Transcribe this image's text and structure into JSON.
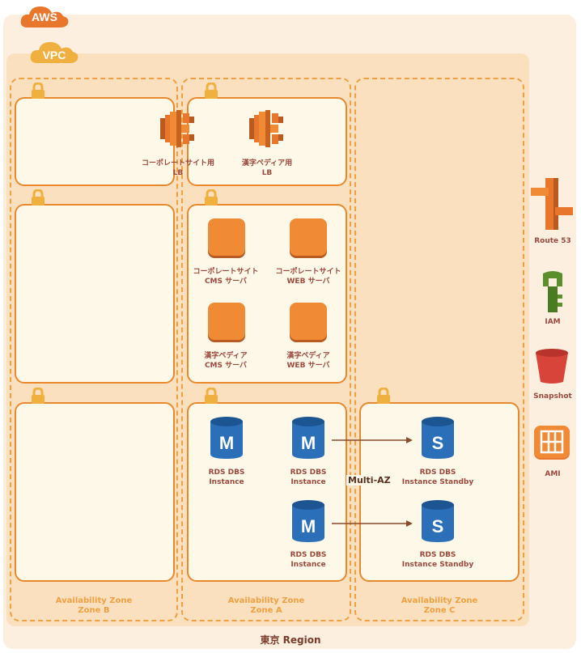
{
  "clouds": {
    "aws": "AWS",
    "vpc": "VPC"
  },
  "region": {
    "label": "東京 Region"
  },
  "availability_zones": [
    {
      "line1": "Availability Zone",
      "line2": "Zone B"
    },
    {
      "line1": "Availability Zone",
      "line2": "Zone A"
    },
    {
      "line1": "Availability Zone",
      "line2": "Zone C"
    }
  ],
  "load_balancers": [
    {
      "line1": "コーポレートサイト用",
      "line2": "LB"
    },
    {
      "line1": "漢字ペディア用",
      "line2": "LB"
    }
  ],
  "servers": [
    {
      "line1": "コーポレートサイト",
      "line2": "CMS サーバ"
    },
    {
      "line1": "コーポレートサイト",
      "line2": "WEB サーバ"
    },
    {
      "line1": "漢字ペディア",
      "line2": "CMS サーバ"
    },
    {
      "line1": "漢字ペディア",
      "line2": "WEB サーバ"
    }
  ],
  "databases": [
    {
      "glyph": "M",
      "line1": "RDS DBS",
      "line2": "Instance"
    },
    {
      "glyph": "M",
      "line1": "RDS DBS",
      "line2": "Instance"
    },
    {
      "glyph": "M",
      "line1": "RDS DBS",
      "line2": "Instance"
    },
    {
      "glyph": "S",
      "line1": "RDS DBS",
      "line2": "Instance Standby"
    },
    {
      "glyph": "S",
      "line1": "RDS DBS",
      "line2": "Instance Standby"
    }
  ],
  "multi_az_label": "Multi-AZ",
  "services": [
    {
      "icon": "route53-icon",
      "label": "Route 53"
    },
    {
      "icon": "iam-icon",
      "label": "IAM"
    },
    {
      "icon": "snapshot-icon",
      "label": "Snapshot"
    },
    {
      "icon": "ami-icon",
      "label": "AMI"
    }
  ],
  "colors": {
    "orange": "#f08a35",
    "rds_blue": "#2a6fb8",
    "iam_green": "#5a8f2c",
    "snapshot_red": "#d9443a",
    "label_brown": "#9c4a3e",
    "az_dash": "#f0a040"
  }
}
